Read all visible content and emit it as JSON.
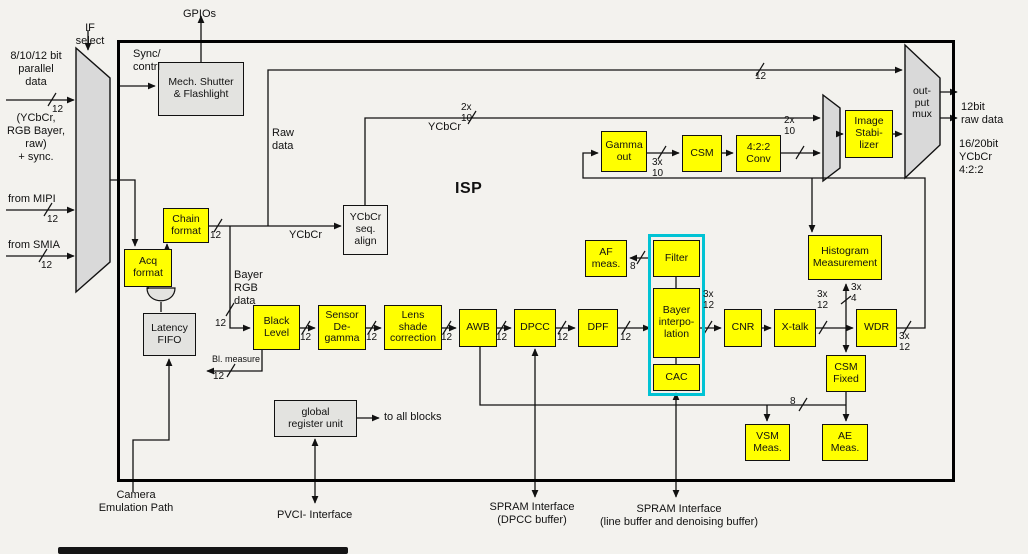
{
  "colors": {
    "block_fill": "#ffff00",
    "gray_fill": "#e3e3e0",
    "mux_fill": "#d9d9d9",
    "group_border": "#00c3d4"
  },
  "labels": {
    "if_select": "IF\nselect",
    "parallel_data": "8/10/12 bit\nparallel\ndata",
    "parallel_data2": "(YCbCr,\nRGB Bayer,\nraw)\n+ sync.",
    "from_mipi": "from MIPI",
    "from_smia": "from SMIA",
    "gpios": "GPIOs",
    "sync_contrl": "Sync/\ncontrl",
    "raw_data": "Raw\ndata",
    "ycbcr_top": "YCbCr",
    "ycbcr_mid": "YCbCr",
    "isp": "ISP",
    "bayer_rgb": "Bayer\nRGB\ndata",
    "bl_measure": "Bl. measure",
    "to_all_blocks": "to all blocks",
    "camera_emulation": "Camera\nEmulation Path",
    "pvci": "PVCI- Interface",
    "spram_dpcc": "SPRAM Interface\n(DPCC buffer)",
    "spram_line": "SPRAM Interface\n(line buffer and denoising buffer)",
    "raw_out": "12bit\nraw data",
    "ycbcr_out": "16/20bit\nYCbCr\n4:2:2"
  },
  "bus": {
    "in_parallel": "12",
    "in_mipi": "12",
    "in_smia": "12",
    "chain_out": "12",
    "black_in": "12",
    "black_out": "12",
    "degamma_out": "12",
    "lens_out": "12",
    "awb_out": "12",
    "dpcc_out": "12",
    "dpf_out": "12",
    "bayer_out": "3x\n12",
    "xtalk_out": "3x\n12",
    "hist_in": "3x\n4",
    "wdr_out": "3x\n12",
    "af_in": "8",
    "meas_bus": "8",
    "ycbcr_line": "2x\n10",
    "gamma_csm": "3x\n10",
    "conv_mux": "2x\n10",
    "raw_line": "12",
    "bl_measure_width": "12"
  },
  "blocks": {
    "mech_shutter": {
      "label": "Mech. Shutter\n& Flashlight"
    },
    "chain_format": {
      "label": "Chain\nformat"
    },
    "acq_format": {
      "label": "Acq\nformat"
    },
    "latency_fifo": {
      "label": "Latency\nFIFO"
    },
    "ycbcr_seq_align": {
      "label": "YCbCr\nseq.\nalign"
    },
    "black_level": {
      "label": "Black\nLevel"
    },
    "sensor_degamma": {
      "label": "Sensor\nDe-\ngamma"
    },
    "lens_shade": {
      "label": "Lens\nshade\ncorrection"
    },
    "awb": {
      "label": "AWB"
    },
    "dpcc": {
      "label": "DPCC"
    },
    "dpf": {
      "label": "DPF"
    },
    "af_meas": {
      "label": "AF\nmeas."
    },
    "filter": {
      "label": "Filter"
    },
    "bayer_interp": {
      "label": "Bayer\ninterpo-\nlation"
    },
    "cac": {
      "label": "CAC"
    },
    "cnr": {
      "label": "CNR"
    },
    "xtalk": {
      "label": "X-talk"
    },
    "wdr": {
      "label": "WDR"
    },
    "csm_fixed": {
      "label": "CSM\nFixed"
    },
    "gamma_out": {
      "label": "Gamma\nout"
    },
    "csm": {
      "label": "CSM"
    },
    "conv422": {
      "label": "4:2:2\nConv"
    },
    "image_stab": {
      "label": "Image\nStabi-\nlizer"
    },
    "histogram": {
      "label": "Histogram\nMeasurement"
    },
    "vsm_meas": {
      "label": "VSM\nMeas."
    },
    "ae_meas": {
      "label": "AE\nMeas."
    },
    "global_reg": {
      "label": "global\nregister unit"
    },
    "output_mux": {
      "label": "out-\nput\nmux"
    }
  }
}
